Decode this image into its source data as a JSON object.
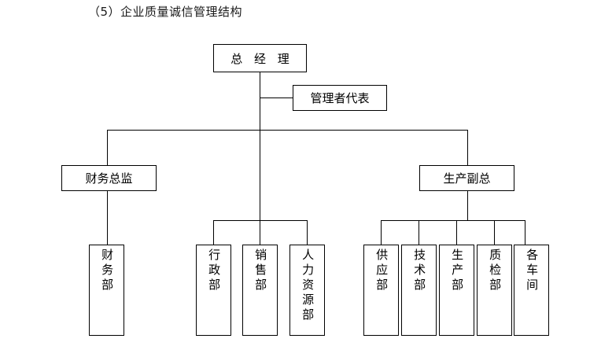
{
  "page": {
    "title": "（5）企业质量诚信管理结构",
    "background_color": "#ffffff",
    "line_color": "#000000"
  },
  "chart_data": {
    "type": "diagram",
    "diagram_kind": "organizational-chart",
    "title": "（5）企业质量诚信管理结构",
    "orientation": "top-down",
    "nodes": [
      {
        "id": "gm",
        "label": "总 经 理",
        "level": 0,
        "text_orientation": "horizontal"
      },
      {
        "id": "mgmt_rep",
        "label": "管理者代表",
        "level": 1,
        "text_orientation": "horizontal"
      },
      {
        "id": "cfo",
        "label": "财务总监",
        "level": 2,
        "text_orientation": "horizontal"
      },
      {
        "id": "vp_prod",
        "label": "生产副总",
        "level": 2,
        "text_orientation": "horizontal"
      },
      {
        "id": "finance_dept",
        "label": "财务部",
        "level": 3,
        "text_orientation": "vertical"
      },
      {
        "id": "admin_dept",
        "label": "行政部",
        "level": 3,
        "text_orientation": "vertical"
      },
      {
        "id": "sales_dept",
        "label": "销售部",
        "level": 3,
        "text_orientation": "vertical"
      },
      {
        "id": "hr_dept",
        "label": "人力资源部",
        "level": 3,
        "text_orientation": "vertical"
      },
      {
        "id": "supply_dept",
        "label": "供应部",
        "level": 3,
        "text_orientation": "vertical"
      },
      {
        "id": "tech_dept",
        "label": "技术部",
        "level": 3,
        "text_orientation": "vertical"
      },
      {
        "id": "prod_dept",
        "label": "生产部",
        "level": 3,
        "text_orientation": "vertical"
      },
      {
        "id": "qc_dept",
        "label": "质检部",
        "level": 3,
        "text_orientation": "vertical"
      },
      {
        "id": "workshops",
        "label": "各车间",
        "level": 3,
        "text_orientation": "vertical"
      }
    ],
    "edges": [
      {
        "from": "gm",
        "to": "mgmt_rep"
      },
      {
        "from": "gm",
        "to": "cfo"
      },
      {
        "from": "gm",
        "to": "vp_prod"
      },
      {
        "from": "cfo",
        "to": "finance_dept"
      },
      {
        "from": "gm",
        "to": "admin_dept"
      },
      {
        "from": "gm",
        "to": "sales_dept"
      },
      {
        "from": "gm",
        "to": "hr_dept"
      },
      {
        "from": "vp_prod",
        "to": "supply_dept"
      },
      {
        "from": "vp_prod",
        "to": "tech_dept"
      },
      {
        "from": "vp_prod",
        "to": "prod_dept"
      },
      {
        "from": "vp_prod",
        "to": "qc_dept"
      },
      {
        "from": "vp_prod",
        "to": "workshops"
      }
    ]
  }
}
